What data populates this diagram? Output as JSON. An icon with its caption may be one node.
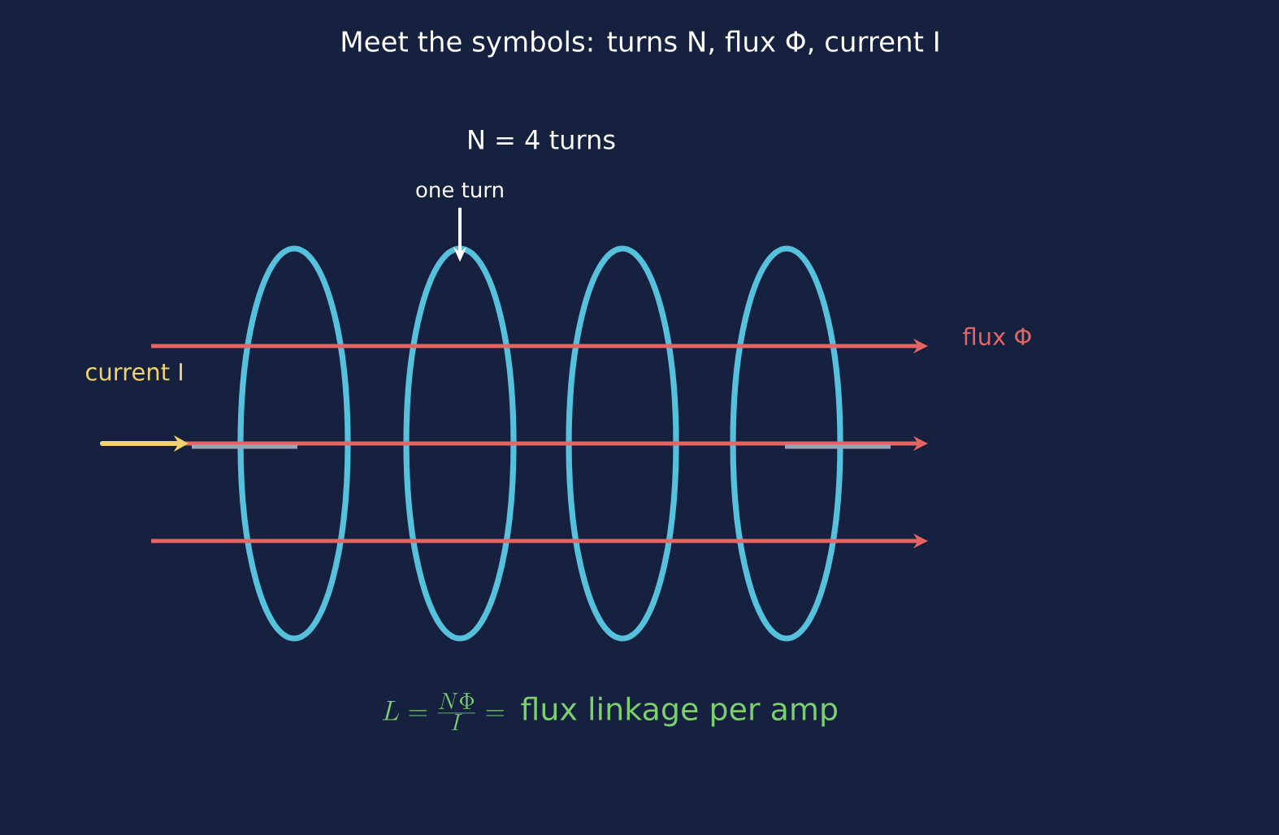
{
  "diagram": {
    "title": "Meet the symbols: turns N, flux Φ, current I",
    "nodes": [
      {
        "text": [
          "one turn"
        ]
      },
      {
        "text": [],
        "shape": "ellipse"
      },
      {
        "text": [],
        "shape": "ellipse"
      },
      {
        "text": [],
        "shape": "ellipse"
      },
      {
        "text": [],
        "shape": "ellipse"
      }
    ],
    "edges": [
      {
        "from": 0,
        "to": 2,
        "arrow": "to"
      }
    ],
    "labels": [
      "N = 4 turns",
      "current  I",
      "flux Φ",
      "L=\\frac{N\\Phi}{I}=",
      "flux linkage per amp"
    ]
  }
}
